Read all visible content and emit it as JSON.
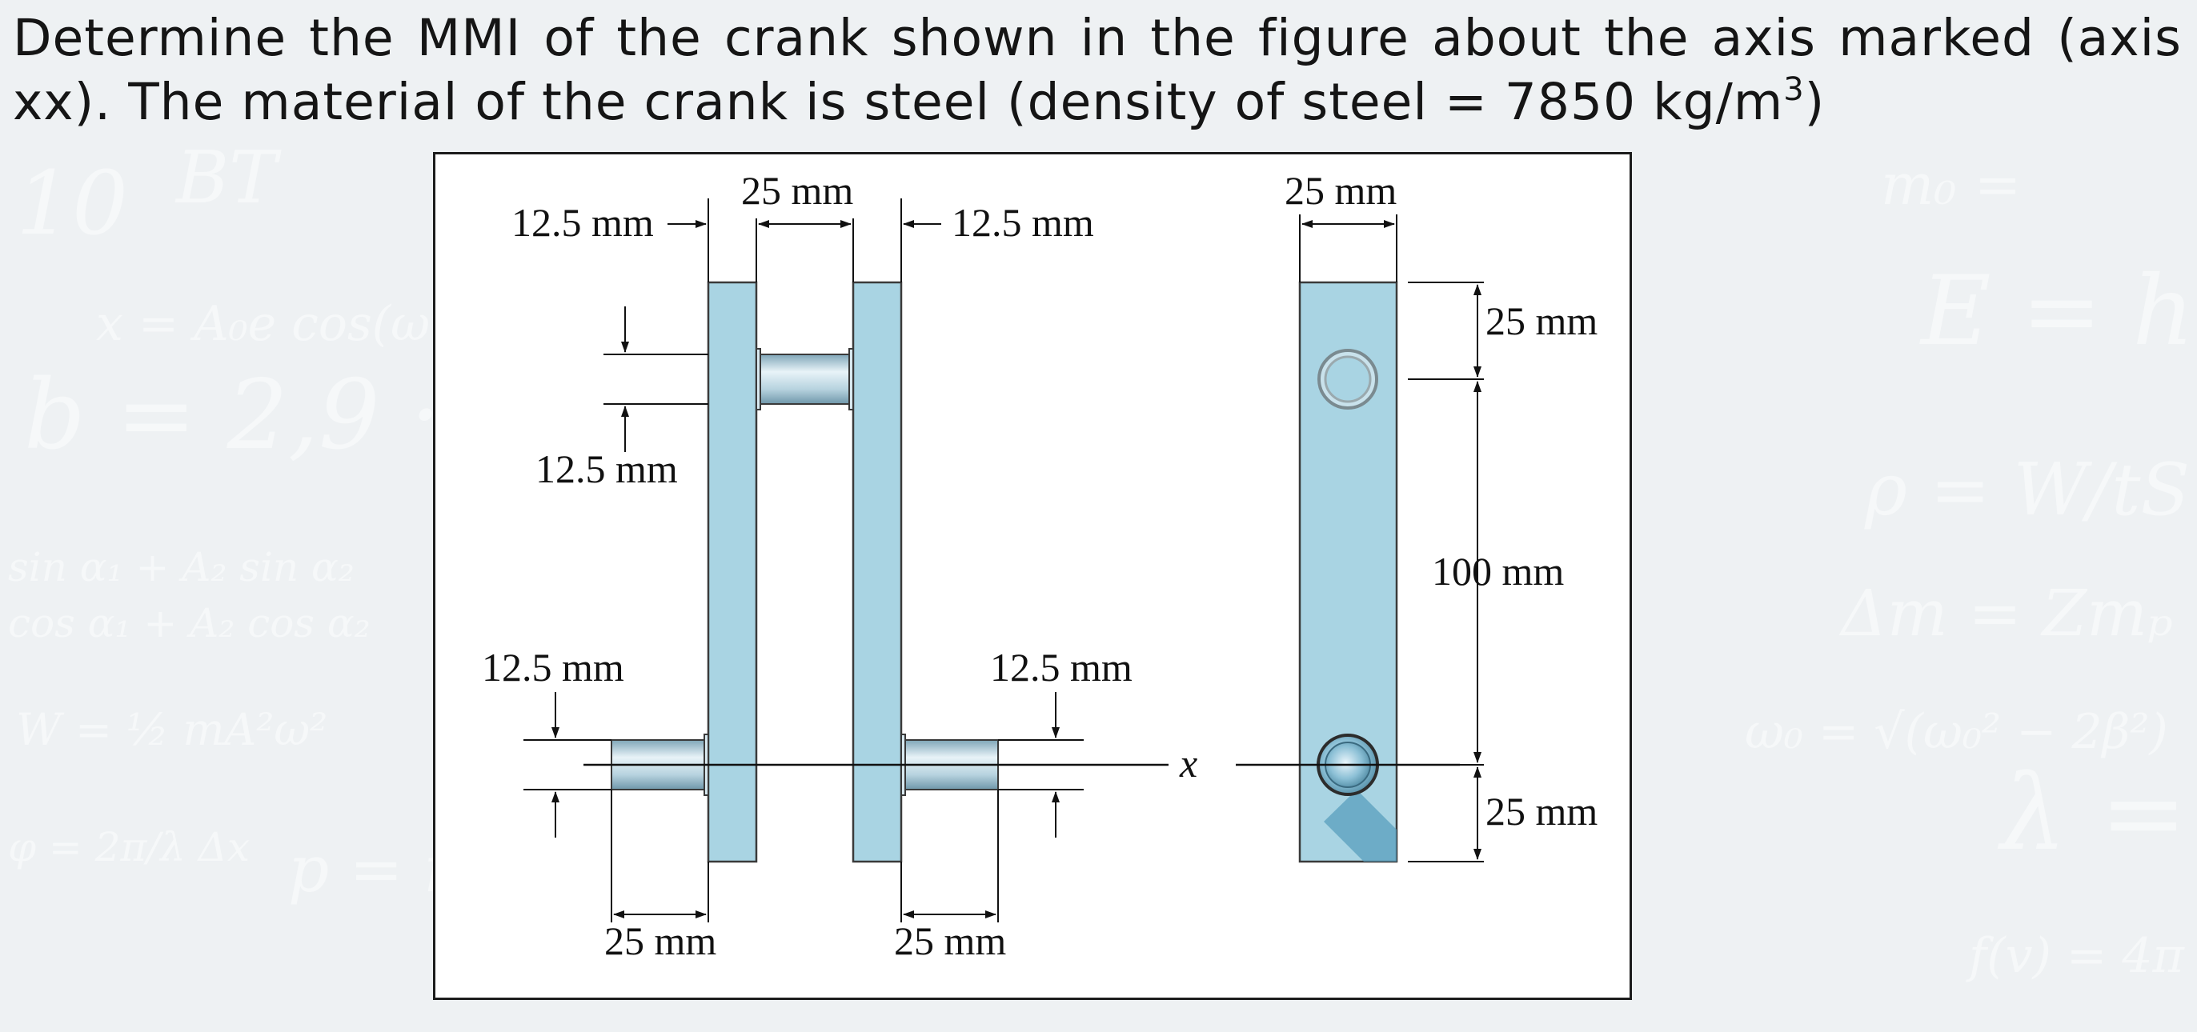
{
  "question": {
    "text": "Determine the MMI of the crank shown in the figure about the axis marked (axis xx). The material of the crank is steel (density of steel = 7850 kg/m",
    "superscript": "3",
    "closing": ")"
  },
  "figure": {
    "labels": {
      "top_left_offset": "12.5 mm",
      "top_gap": "25 mm",
      "top_right_offset": "12.5 mm",
      "upper_pin_diameter": "12.5 mm",
      "lower_left_pin_diameter": "12.5 mm",
      "lower_right_pin_diameter": "12.5 mm",
      "bottom_left_length": "25 mm",
      "bottom_right_length": "25 mm",
      "side_width": "25 mm",
      "side_top": "25 mm",
      "side_middle": "100 mm",
      "side_bottom": "25 mm",
      "axis": "x"
    },
    "colors": {
      "plate": "#a9d4e3",
      "edge": "#3a3a3a",
      "pin": "#bcd7e3",
      "frame": "#1c1c1c"
    }
  }
}
